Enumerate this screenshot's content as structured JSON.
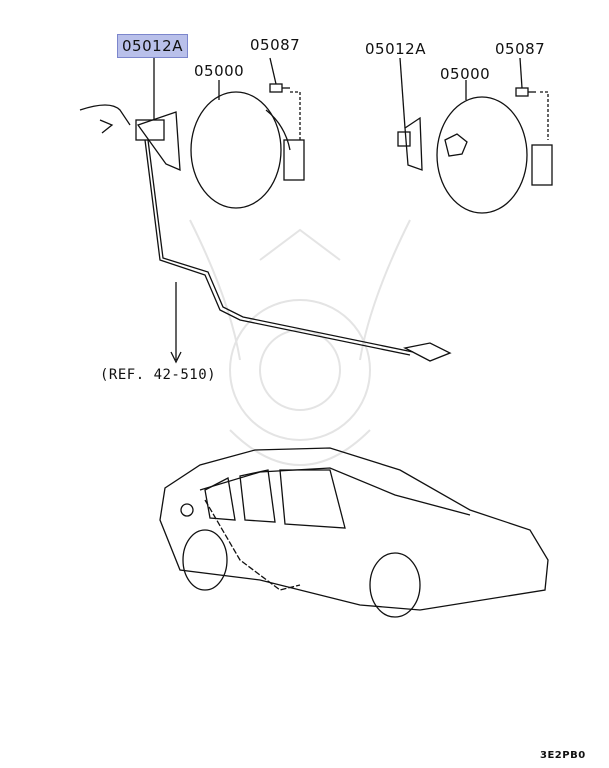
{
  "labels": {
    "left_cable_part": "05012A",
    "left_bolt": "05087",
    "left_lid": "05000",
    "right_cable_part": "05012A",
    "right_bolt": "05087",
    "right_lid": "05000",
    "reference": "(REF. 42-510)",
    "diagram_code": "3E2PB0"
  },
  "highlight_color": "#b9c0ea"
}
